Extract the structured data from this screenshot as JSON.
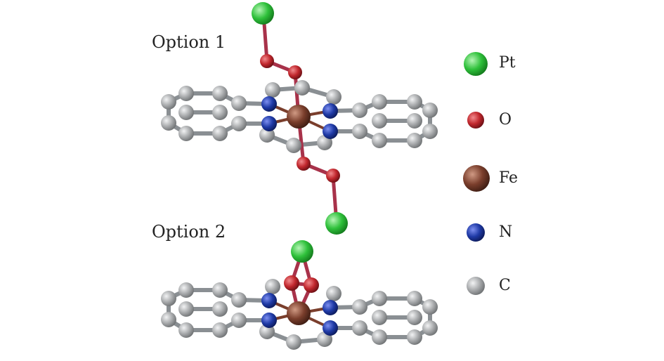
{
  "labels": {
    "option1": "Option 1",
    "option2": "Option 2"
  },
  "legend": [
    {
      "element": "Pt",
      "color": "#2fc13b"
    },
    {
      "element": "O",
      "color": "#c1272d"
    },
    {
      "element": "Fe",
      "color": "#7a3e2c"
    },
    {
      "element": "N",
      "color": "#1f3aa6"
    },
    {
      "element": "C",
      "color": "#a9abad"
    }
  ],
  "colors": {
    "Pt": "#2fc13b",
    "O": "#c1272d",
    "Fe": "#7a3e2c",
    "N": "#1f3aa6",
    "C": "#a9abad",
    "bond": "#8a8f93"
  }
}
